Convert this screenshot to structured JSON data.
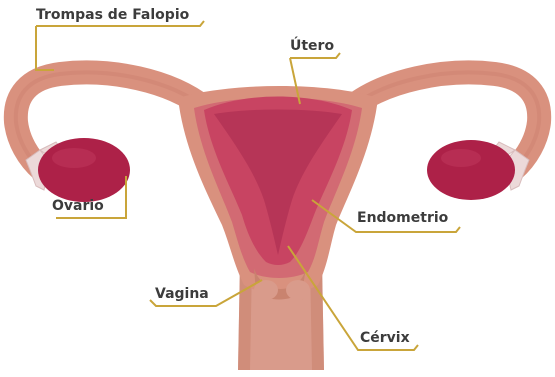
{
  "diagram": {
    "labels": {
      "trompas": "Trompas de Falopio",
      "utero": "Útero",
      "ovario": "Ovario",
      "endometrio": "Endometrio",
      "vagina": "Vagina",
      "cervix": "Cérvix"
    },
    "colors": {
      "tissue": "#d9917e",
      "tissue_dark": "#c97c6b",
      "uterus_wall": "#d26a73",
      "endometrium": "#c84462",
      "cavity": "#b63557",
      "ovary": "#ad2148",
      "fimbriae": "#ecd9d9",
      "vagina": "#d99b8b",
      "leader_line": "#c9a53a"
    }
  }
}
